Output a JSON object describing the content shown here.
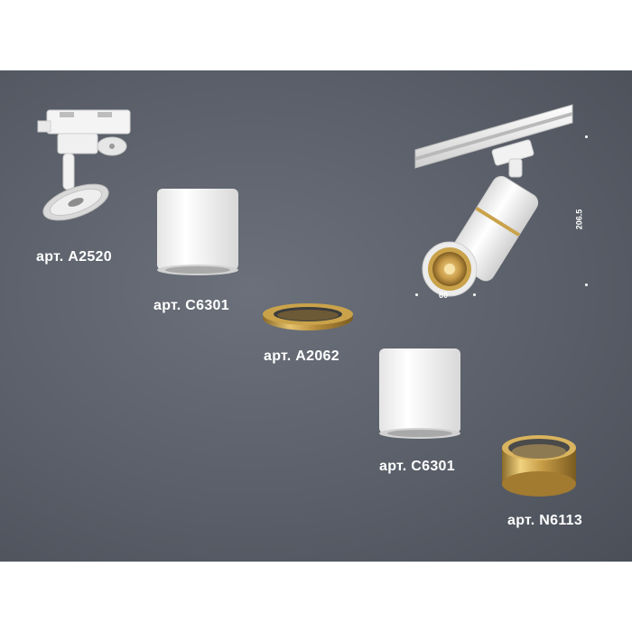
{
  "parts": [
    {
      "label": "арт. A2520",
      "icon": "track-adapter-icon"
    },
    {
      "label": "арт. C6301",
      "icon": "white-cylinder-housing-icon"
    },
    {
      "label": "арт. A2062",
      "icon": "gold-ring-icon"
    },
    {
      "label": "арт. C6301",
      "icon": "white-cylinder-housing-icon"
    },
    {
      "label": "арт. N6113",
      "icon": "gold-bezel-ring-icon"
    }
  ],
  "assembled": {
    "icon": "assembled-track-spotlight-icon",
    "width_label": "60",
    "height_label": "206.5"
  },
  "colors": {
    "background": "#5f646e",
    "white_part": "#f2f2f2",
    "gold": "#c9a24a"
  }
}
